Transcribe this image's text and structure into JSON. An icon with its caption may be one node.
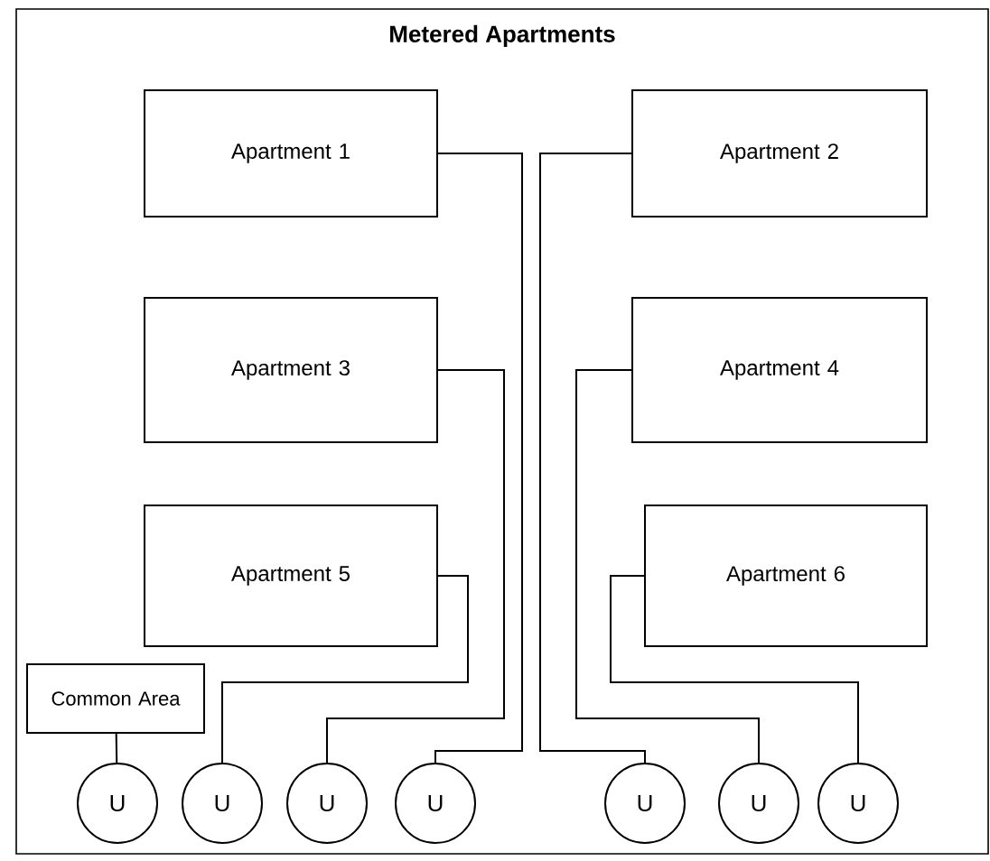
{
  "diagram": {
    "title": "Metered Apartments",
    "nodes": [
      {
        "text": [
          "Apartment 1"
        ]
      },
      {
        "text": [
          "Apartment 2"
        ]
      },
      {
        "text": [
          "Apartment 3"
        ]
      },
      {
        "text": [
          "Apartment 4"
        ]
      },
      {
        "text": [
          "Apartment 5"
        ]
      },
      {
        "text": [
          "Apartment 6"
        ]
      },
      {
        "text": [
          "Common Area"
        ]
      },
      {
        "text": [
          "U"
        ]
      },
      {
        "text": [
          "U"
        ]
      },
      {
        "text": [
          "U"
        ]
      },
      {
        "text": [
          "U"
        ]
      },
      {
        "text": [
          "U"
        ]
      },
      {
        "text": [
          "U"
        ]
      },
      {
        "text": [
          "U"
        ]
      }
    ],
    "edges": [
      {
        "from": 6,
        "to": 7,
        "arrow": "none"
      },
      {
        "from": 4,
        "to": 8,
        "arrow": "none"
      },
      {
        "from": 2,
        "to": 9,
        "arrow": "none"
      },
      {
        "from": 0,
        "to": 10,
        "arrow": "none"
      },
      {
        "from": 1,
        "to": 11,
        "arrow": "none"
      },
      {
        "from": 3,
        "to": 12,
        "arrow": "none"
      },
      {
        "from": 5,
        "to": 13,
        "arrow": "none"
      }
    ]
  }
}
